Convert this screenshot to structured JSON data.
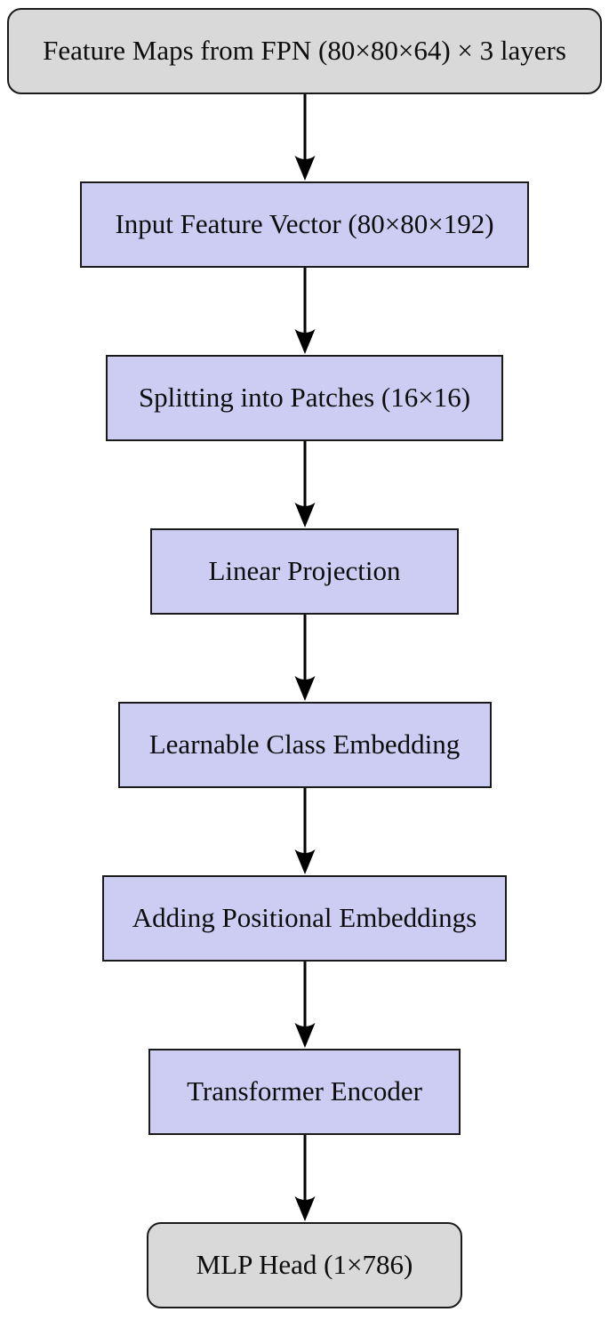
{
  "diagram": {
    "type": "flowchart",
    "direction": "top-to-bottom",
    "nodes": [
      {
        "id": "feature-maps",
        "label": "Feature Maps from FPN (80×80×64) × 3 layers",
        "shape": "rounded",
        "fill": "#d9d9d9"
      },
      {
        "id": "input-feature-vector",
        "label": "Input Feature Vector (80×80×192)",
        "shape": "rect",
        "fill": "#cdcdf4"
      },
      {
        "id": "splitting-patches",
        "label": "Splitting into Patches (16×16)",
        "shape": "rect",
        "fill": "#cdcdf4"
      },
      {
        "id": "linear-projection",
        "label": "Linear Projection",
        "shape": "rect",
        "fill": "#cdcdf4"
      },
      {
        "id": "class-embedding",
        "label": "Learnable Class Embedding",
        "shape": "rect",
        "fill": "#cdcdf4"
      },
      {
        "id": "positional-embeddings",
        "label": "Adding Positional Embeddings",
        "shape": "rect",
        "fill": "#cdcdf4"
      },
      {
        "id": "transformer-encoder",
        "label": "Transformer Encoder",
        "shape": "rect",
        "fill": "#cdcdf4"
      },
      {
        "id": "mlp-head",
        "label": "MLP Head (1×786)",
        "shape": "rounded",
        "fill": "#d9d9d9"
      }
    ],
    "edges": [
      {
        "from": "feature-maps",
        "to": "input-feature-vector",
        "style": "arrow-down"
      },
      {
        "from": "input-feature-vector",
        "to": "splitting-patches",
        "style": "arrow-down"
      },
      {
        "from": "splitting-patches",
        "to": "linear-projection",
        "style": "arrow-down"
      },
      {
        "from": "linear-projection",
        "to": "class-embedding",
        "style": "arrow-down"
      },
      {
        "from": "class-embedding",
        "to": "positional-embeddings",
        "style": "arrow-down"
      },
      {
        "from": "positional-embeddings",
        "to": "transformer-encoder",
        "style": "arrow-down"
      },
      {
        "from": "transformer-encoder",
        "to": "mlp-head",
        "style": "arrow-down"
      }
    ],
    "colors": {
      "process_fill": "#cdcdf4",
      "terminal_fill": "#d9d9d9",
      "border": "#1a1a1a",
      "arrow": "#000000"
    }
  }
}
